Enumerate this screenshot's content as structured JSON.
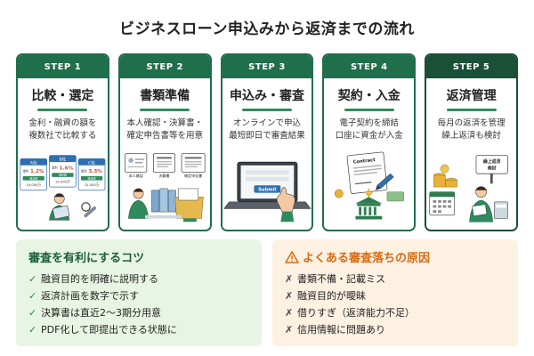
{
  "title": "ビジネスローン申込みから返済までの流れ",
  "steps": [
    {
      "label": "STEP 1",
      "name": "比較・選定",
      "desc": "金利・融資の額を\n複数社で比較する",
      "cards": [
        {
          "name": "A社",
          "rate_label": "金利",
          "rate": "1.2%",
          "amount_label": "融資額",
          "amount": "10,000万"
        },
        {
          "name": "B社",
          "rate_label": "金利",
          "rate": "1.6%",
          "amount_label": "融資額",
          "amount": "15,000万"
        },
        {
          "name": "C社",
          "rate_label": "金利",
          "rate": "3.3%",
          "amount_label": "融資額",
          "amount": "31,000万"
        }
      ]
    },
    {
      "label": "STEP 2",
      "name": "書類準備",
      "desc": "本人確認・決算書・\n確定申告書等を用意",
      "docs": [
        "本人確認",
        "決算書",
        "確定申告書"
      ]
    },
    {
      "label": "STEP 3",
      "name": "申込み・審査",
      "desc": "オンラインで申込\n最短即日で審査結果",
      "submit_label": "Submit"
    },
    {
      "label": "STEP 4",
      "name": "契約・入金",
      "desc": "電子契約を締結\n口座に資金が入金",
      "contract_label": "Contract"
    },
    {
      "label": "STEP 5",
      "name": "返済管理",
      "desc": "毎月の返済を管理\n繰上返済も検討",
      "sign_label": "繰上返済\n検討"
    }
  ],
  "tips": {
    "title": "審査を有利にするコツ",
    "items": [
      "融資目的を明確に説明する",
      "返済計画を数字で示す",
      "決算書は直近2〜3期分用意",
      "PDF化して即提出できる状態に"
    ]
  },
  "fails": {
    "title": "よくある審査落ちの原因",
    "items": [
      "書類不備・記載ミス",
      "融資目的が曖昧",
      "借りすぎ（返済能力不足）",
      "信用情報に問題あり"
    ]
  },
  "colors": {
    "primary": "#1f6e4c",
    "primary_dark": "#1a4f38",
    "highlight": "#fbe6a2",
    "tips_bg": "#e9f5e4",
    "fails_bg": "#fdf1e2",
    "warning": "#d96a12"
  }
}
